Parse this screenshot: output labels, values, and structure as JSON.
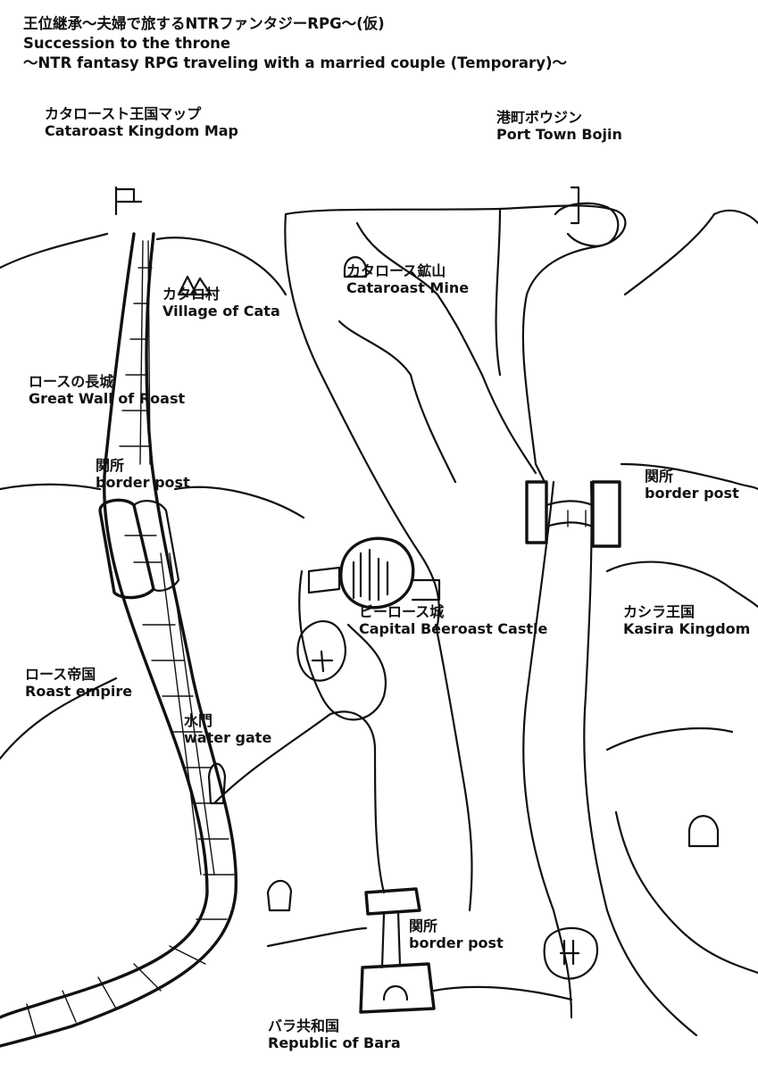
{
  "header": {
    "title_jp": "王位継承～夫婦で旅するNTRファンタジーRPG～(仮)",
    "title_en_1": "Succession to the throne",
    "title_en_2": "～NTR fantasy RPG traveling with a married couple (Temporary)～"
  },
  "map_title": {
    "jp": "カタロースト王国マップ",
    "en": "Cataroast Kingdom Map"
  },
  "places": {
    "port_town": {
      "jp": "港町ボウジン",
      "en": "Port Town Bojin"
    },
    "cata_mine": {
      "jp": "カタロース鉱山",
      "en": "Cataroast Mine"
    },
    "cata_village": {
      "jp": "カタロ村",
      "en": "Village of Cata"
    },
    "great_wall": {
      "jp": "ロースの長城",
      "en": "Great Wall of Roast"
    },
    "border_post_west": {
      "jp": "関所",
      "en": "border post"
    },
    "border_post_east": {
      "jp": "関所",
      "en": "border post"
    },
    "capital": {
      "jp": "ビーロース城",
      "en": "Capital Beeroast Castle"
    },
    "kasira": {
      "jp": "カシラ王国",
      "en": "Kasira Kingdom"
    },
    "roast_empire": {
      "jp": "ロース帝国",
      "en": "Roast empire"
    },
    "water_gate": {
      "jp": "水門",
      "en": "water gate"
    },
    "border_post_south": {
      "jp": "関所",
      "en": "border post"
    },
    "bara": {
      "jp": "バラ共和国",
      "en": "Republic of Bara"
    }
  }
}
